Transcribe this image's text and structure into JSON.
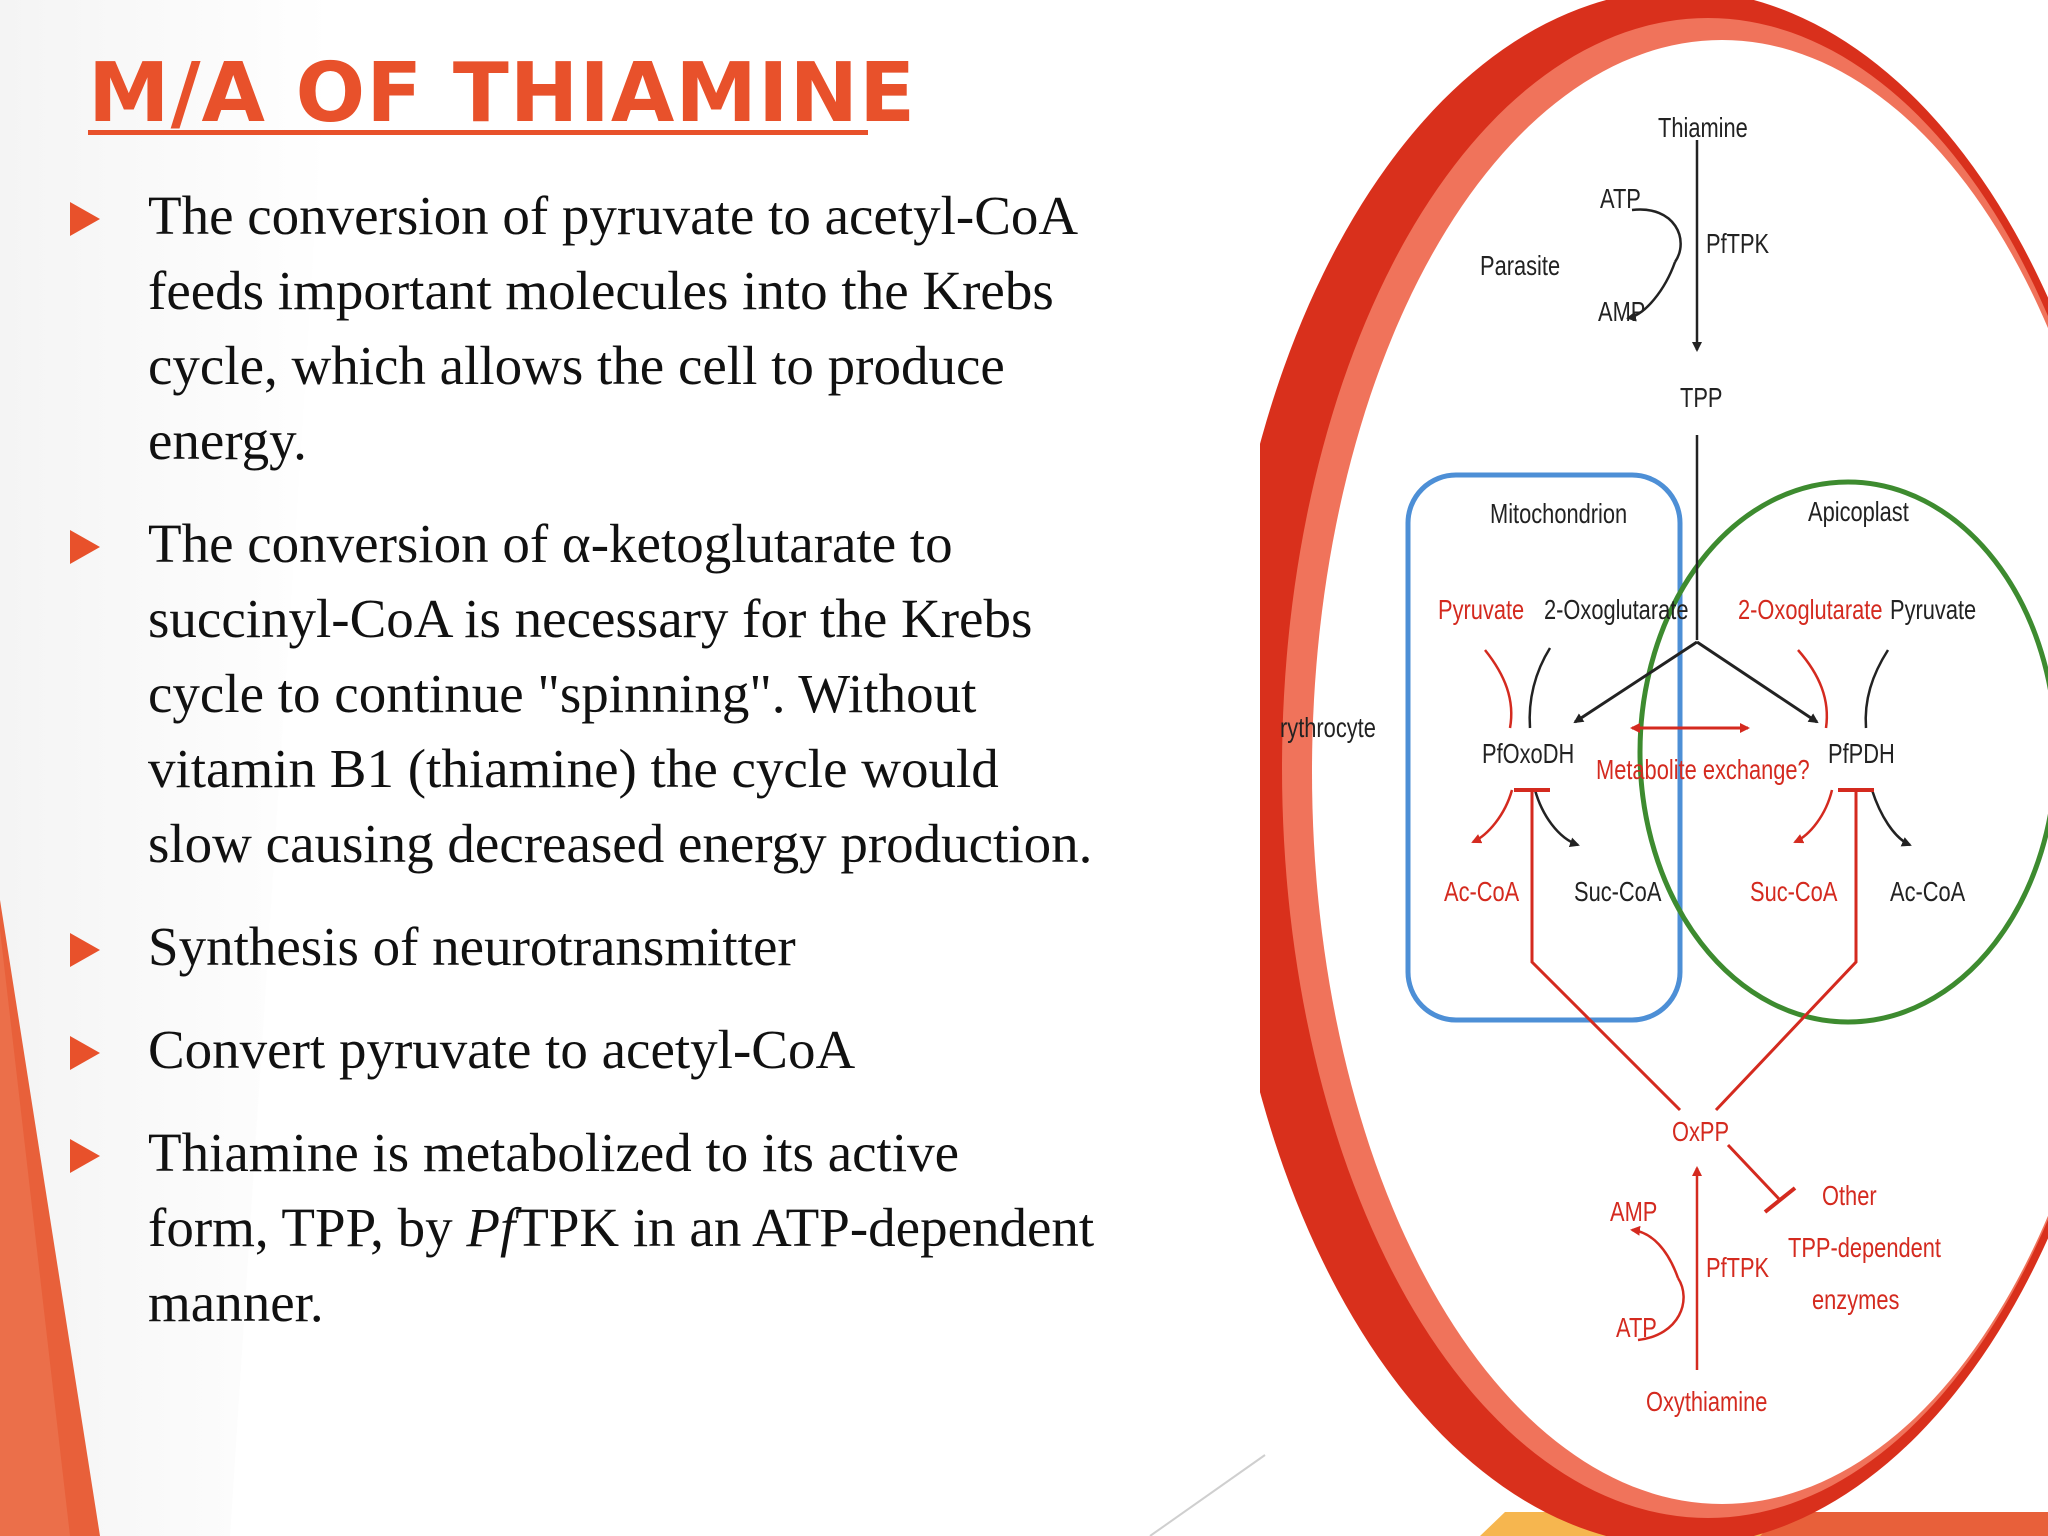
{
  "title": "M/A OF THIAMINE",
  "bullets": [
    {
      "lines": [
        "The conversion of pyruvate to acetyl-CoA",
        "feeds important molecules into the Krebs",
        "cycle, which allows the cell to produce",
        "energy."
      ]
    },
    {
      "lines": [
        "The conversion of α-ketoglutarate to",
        "succinyl-CoA is necessary for the Krebs",
        "cycle to continue \"spinning\". Without",
        "vitamin B1 (thiamine) the cycle would",
        "slow causing decreased energy production."
      ]
    },
    {
      "lines": [
        "Synthesis of neurotransmitter"
      ]
    },
    {
      "lines": [
        "Convert pyruvate to acetyl-CoA"
      ]
    },
    {
      "lines_rich": {
        "line1": "Thiamine is metabolized to its active",
        "line2_pre": "form, TPP, by ",
        "line2_italic": "Pf",
        "line2_post": "TPK in an ATP-dependent",
        "line3": "manner."
      }
    }
  ],
  "diagram": {
    "thiamine": "Thiamine",
    "atp_top": "ATP",
    "pftpk_top": "PfTPK",
    "parasite": "Parasite",
    "amp_top": "AMP",
    "tpp": "TPP",
    "erythrocyte": "rythrocyte",
    "mitochondrion": "Mitochondrion",
    "apicoplast": "Apicoplast",
    "pyruvate_left": "Pyruvate",
    "oxoglutarate_left": "2-Oxoglutarate",
    "oxoglutarate_right": "2-Oxoglutarate",
    "pyruvate_right": "Pyruvate",
    "pfoxodh": "PfOxoDH",
    "metabolite_exchange": "Metabolite exchange?",
    "pfpdh": "PfPDH",
    "accoa_left": "Ac-CoA",
    "succoa_left": "Suc-CoA",
    "succoa_right": "Suc-CoA",
    "accoa_right": "Ac-CoA",
    "oxpp": "OxPP",
    "amp_bottom": "AMP",
    "pftpk_bottom": "PfTPK",
    "atp_bottom": "ATP",
    "other_line1": "Other",
    "other_line2": "TPP-dependent",
    "other_line3": "enzymes",
    "oxythiamine": "Oxythiamine"
  },
  "colors": {
    "accent": "#e8512b",
    "cell_red": "#d9301c",
    "mito_blue": "#4d8fd6",
    "apico_green": "#3d8b2f",
    "inhibit_red": "#d42a1f"
  }
}
